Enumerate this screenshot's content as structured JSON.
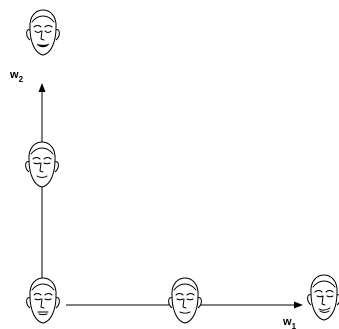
{
  "axes": {
    "horizontal": {
      "label_main": "w",
      "label_sub": "1"
    },
    "vertical": {
      "label_main": "w",
      "label_sub": "2"
    }
  },
  "colors": {
    "ink": "#000000",
    "background": "#ffffff"
  }
}
